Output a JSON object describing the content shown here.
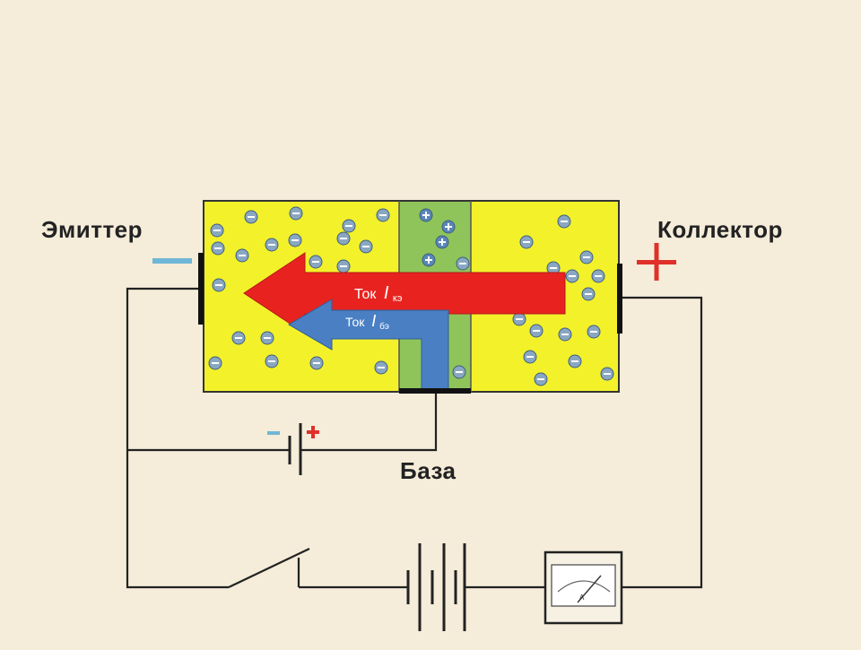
{
  "labels": {
    "emitter": "Эмиттер",
    "collector": "Коллектор",
    "base": "База",
    "current_ke_prefix": "Ток",
    "current_ke_symbol": "I",
    "current_ke_sub": "кэ",
    "current_be_prefix": "Ток",
    "current_be_symbol": "I",
    "current_be_sub": "бэ",
    "ammeter_letter": "A"
  },
  "colors": {
    "background": "#f5ecd9",
    "n_region": "#f3f12a",
    "p_region": "#8fc45a",
    "arrow_ke": "#e8231f",
    "arrow_be": "#4a7fc4",
    "carrier": "#6b8fb0",
    "minus_sign": "#6fb7d6",
    "plus_sign": "#e0302a",
    "wire": "#222222"
  },
  "icons": {
    "emitter_polarity": "minus-sign-icon",
    "collector_polarity": "plus-sign-icon",
    "base_battery": "battery-icon",
    "main_battery": "multi-cell-battery-icon",
    "switch": "open-switch-icon",
    "meter": "ammeter-icon"
  }
}
